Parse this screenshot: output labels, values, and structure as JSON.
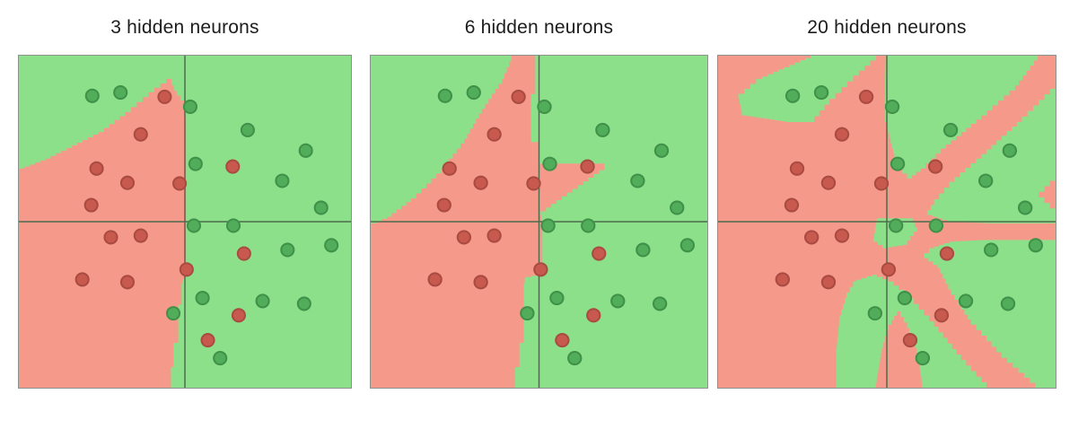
{
  "chart_data": {
    "type": "scatter",
    "description": "Three decision-boundary plots of a neural network classifier with increasing hidden-layer size; green/red background regions are the predicted classes, dots are the training points.",
    "colors": {
      "region_green": "#8ce08a",
      "region_red": "#f59a8b",
      "point_green_fill": "#52ad5b",
      "point_green_stroke": "#3f9048",
      "point_red_fill": "#c8594e",
      "point_red_stroke": "#a94b41",
      "axis_line": "#4d6b4d",
      "panel_border": "#8a948c"
    },
    "axes": {
      "x_range": [
        0,
        100
      ],
      "y_range": [
        0,
        100
      ],
      "gridlines": "center cross at x=50 and y=50",
      "tick_labels": "none"
    },
    "points": [
      {
        "x": 22.1,
        "y": 12.1,
        "class": "green"
      },
      {
        "x": 30.6,
        "y": 11.1,
        "class": "green"
      },
      {
        "x": 51.6,
        "y": 15.4,
        "class": "green"
      },
      {
        "x": 68.9,
        "y": 22.4,
        "class": "green"
      },
      {
        "x": 86.4,
        "y": 28.6,
        "class": "green"
      },
      {
        "x": 53.2,
        "y": 32.6,
        "class": "green"
      },
      {
        "x": 79.3,
        "y": 37.7,
        "class": "green"
      },
      {
        "x": 91.0,
        "y": 45.8,
        "class": "green"
      },
      {
        "x": 52.7,
        "y": 51.2,
        "class": "green"
      },
      {
        "x": 64.6,
        "y": 51.2,
        "class": "green"
      },
      {
        "x": 80.9,
        "y": 58.5,
        "class": "green"
      },
      {
        "x": 94.1,
        "y": 57.1,
        "class": "green"
      },
      {
        "x": 55.3,
        "y": 73.0,
        "class": "green"
      },
      {
        "x": 73.4,
        "y": 73.9,
        "class": "green"
      },
      {
        "x": 85.9,
        "y": 74.7,
        "class": "green"
      },
      {
        "x": 46.5,
        "y": 77.6,
        "class": "green"
      },
      {
        "x": 60.6,
        "y": 91.1,
        "class": "green"
      },
      {
        "x": 43.9,
        "y": 12.4,
        "class": "red"
      },
      {
        "x": 36.7,
        "y": 23.7,
        "class": "red"
      },
      {
        "x": 23.4,
        "y": 34.0,
        "class": "red"
      },
      {
        "x": 64.4,
        "y": 33.4,
        "class": "red"
      },
      {
        "x": 32.7,
        "y": 38.3,
        "class": "red"
      },
      {
        "x": 48.4,
        "y": 38.5,
        "class": "red"
      },
      {
        "x": 21.8,
        "y": 45.0,
        "class": "red"
      },
      {
        "x": 27.7,
        "y": 54.7,
        "class": "red"
      },
      {
        "x": 36.7,
        "y": 54.2,
        "class": "red"
      },
      {
        "x": 67.8,
        "y": 59.6,
        "class": "red"
      },
      {
        "x": 50.5,
        "y": 64.4,
        "class": "red"
      },
      {
        "x": 19.1,
        "y": 67.4,
        "class": "red"
      },
      {
        "x": 32.7,
        "y": 68.2,
        "class": "red"
      },
      {
        "x": 66.2,
        "y": 78.2,
        "class": "red"
      },
      {
        "x": 56.9,
        "y": 85.7,
        "class": "red"
      }
    ],
    "panels": [
      {
        "title": "3 hidden neurons",
        "red_regions": [
          [
            [
              0,
              34
            ],
            [
              8,
              31
            ],
            [
              16,
              27
            ],
            [
              24,
              23
            ],
            [
              32,
              17
            ],
            [
              39,
              11
            ],
            [
              44.4,
              7
            ],
            [
              46,
              9
            ],
            [
              47.5,
              12
            ],
            [
              49.7,
              15
            ],
            [
              50.3,
              20
            ],
            [
              50.3,
              66
            ],
            [
              49,
              70
            ],
            [
              49,
              75
            ],
            [
              48,
              75
            ],
            [
              48,
              86.5
            ],
            [
              46.5,
              86.5
            ],
            [
              46.5,
              93.8
            ],
            [
              45.8,
              93.8
            ],
            [
              45.8,
              100
            ],
            [
              0,
              100
            ]
          ]
        ],
        "green_regions": []
      },
      {
        "title": "6 hidden neurons",
        "red_regions": [
          [
            [
              41.8,
              0
            ],
            [
              48.9,
              0
            ],
            [
              48.9,
              11.6
            ],
            [
              47.6,
              13
            ],
            [
              47.6,
              26
            ],
            [
              49.8,
              27
            ],
            [
              49.8,
              32.5
            ],
            [
              69.4,
              32.5
            ],
            [
              69.4,
              34.5
            ],
            [
              50.5,
              48
            ],
            [
              51,
              52
            ],
            [
              51,
              66
            ],
            [
              46,
              67
            ],
            [
              45.5,
              70
            ],
            [
              45.5,
              86.5
            ],
            [
              44.2,
              86.5
            ],
            [
              44.2,
              93.8
            ],
            [
              42.9,
              93.8
            ],
            [
              42.9,
              100
            ],
            [
              0,
              100
            ],
            [
              0,
              50.5
            ],
            [
              4.8,
              48.5
            ],
            [
              12,
              43
            ],
            [
              21,
              34
            ],
            [
              27.8,
              25
            ],
            [
              33,
              16
            ],
            [
              39,
              7
            ]
          ]
        ],
        "green_regions": []
      },
      {
        "title": "20 hidden neurons",
        "red_regions": [
          [
            [
              0,
              0
            ],
            [
              29,
              0
            ],
            [
              13,
              7
            ],
            [
              6,
              13
            ],
            [
              7,
              18
            ],
            [
              20,
              20
            ],
            [
              27,
              20
            ],
            [
              33,
              13
            ],
            [
              40,
              6
            ],
            [
              46.8,
              0
            ],
            [
              49.7,
              0
            ],
            [
              49.5,
              8
            ],
            [
              49.5,
              20
            ],
            [
              51.5,
              28
            ],
            [
              53,
              34
            ],
            [
              56,
              37
            ],
            [
              60,
              34
            ],
            [
              66,
              28
            ],
            [
              78,
              18
            ],
            [
              88,
              9
            ],
            [
              94.7,
              0
            ],
            [
              100,
              0
            ],
            [
              100,
              10
            ],
            [
              90,
              20
            ],
            [
              78,
              31
            ],
            [
              70,
              38
            ],
            [
              64,
              45
            ],
            [
              62,
              48
            ],
            [
              68,
              50
            ],
            [
              80,
              50.5
            ],
            [
              100,
              50.5
            ],
            [
              100,
              55.5
            ],
            [
              80,
              55.5
            ],
            [
              70,
              56
            ],
            [
              64,
              58
            ],
            [
              61,
              61
            ],
            [
              65,
              64
            ],
            [
              69,
              72
            ],
            [
              75,
              81
            ],
            [
              84,
              91
            ],
            [
              94,
              100
            ],
            [
              81,
              100
            ],
            [
              72,
              90
            ],
            [
              64,
              80
            ],
            [
              58,
              73
            ],
            [
              52,
              68
            ],
            [
              47,
              66
            ],
            [
              41,
              68
            ],
            [
              38,
              73
            ],
            [
              36,
              80
            ],
            [
              35,
              90
            ],
            [
              35,
              100
            ],
            [
              0,
              100
            ]
          ],
          [
            [
              53,
              77
            ],
            [
              56,
              82
            ],
            [
              58.5,
              88
            ],
            [
              59.5,
              93
            ],
            [
              60.5,
              100
            ],
            [
              46.5,
              100
            ],
            [
              48.5,
              88
            ],
            [
              50.5,
              81
            ]
          ],
          [
            [
              100,
              36
            ],
            [
              100,
              46
            ],
            [
              95,
              41
            ]
          ]
        ],
        "green_regions": [
          [
            [
              47,
              49
            ],
            [
              57,
              49
            ],
            [
              59,
              53
            ],
            [
              56,
              57
            ],
            [
              50,
              58
            ],
            [
              46,
              55
            ]
          ]
        ]
      }
    ]
  }
}
